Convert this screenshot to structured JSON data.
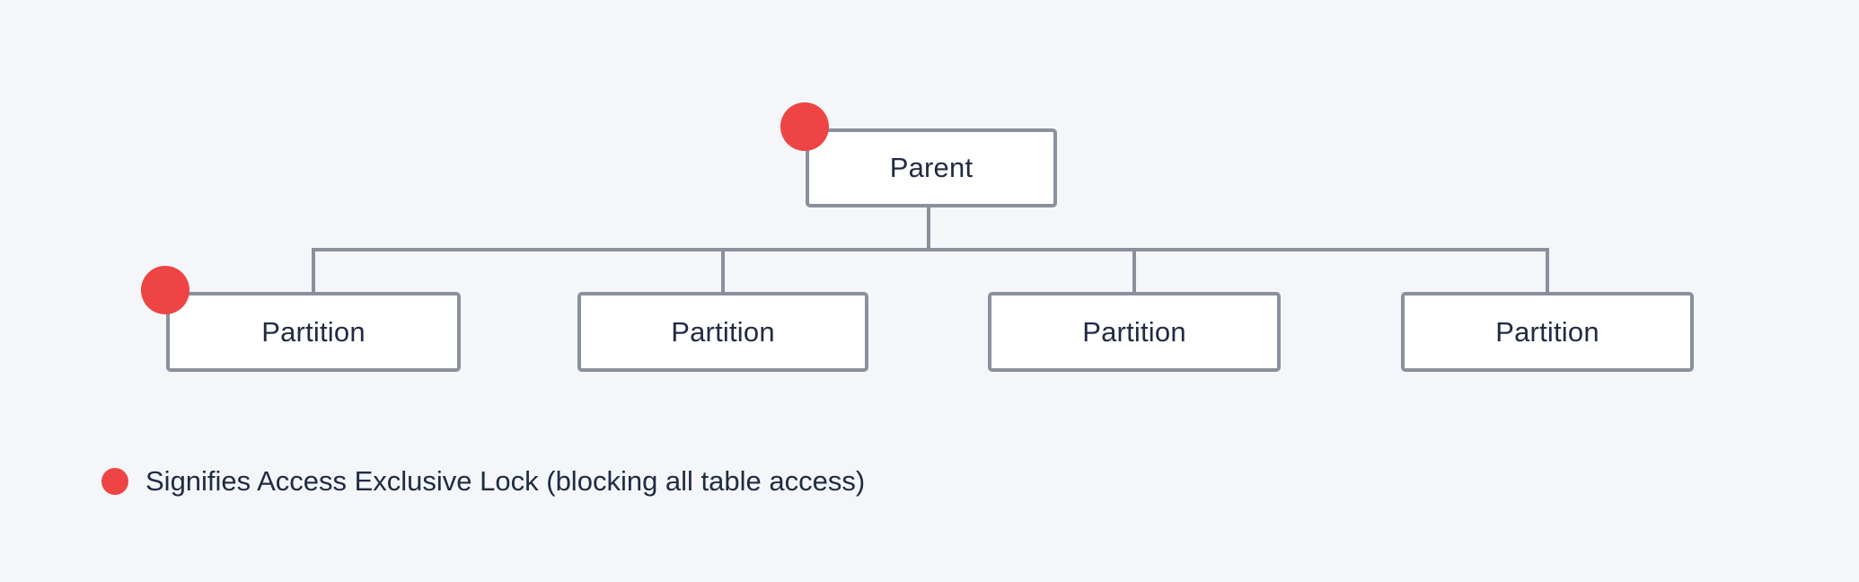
{
  "colors": {
    "bg": "#f4f6fa",
    "node_border": "#8a909c",
    "node_fill": "#ffffff",
    "text": "#212b42",
    "lock_red": "#ef4444"
  },
  "diagram": {
    "parent": {
      "label": "Parent",
      "locked": true
    },
    "partitions": [
      {
        "label": "Partition",
        "locked": true
      },
      {
        "label": "Partition",
        "locked": false
      },
      {
        "label": "Partition",
        "locked": false
      },
      {
        "label": "Partition",
        "locked": false
      }
    ]
  },
  "legend": {
    "marker": "red-lock-dot",
    "text": "Signifies Access Exclusive Lock (blocking all table access)"
  }
}
